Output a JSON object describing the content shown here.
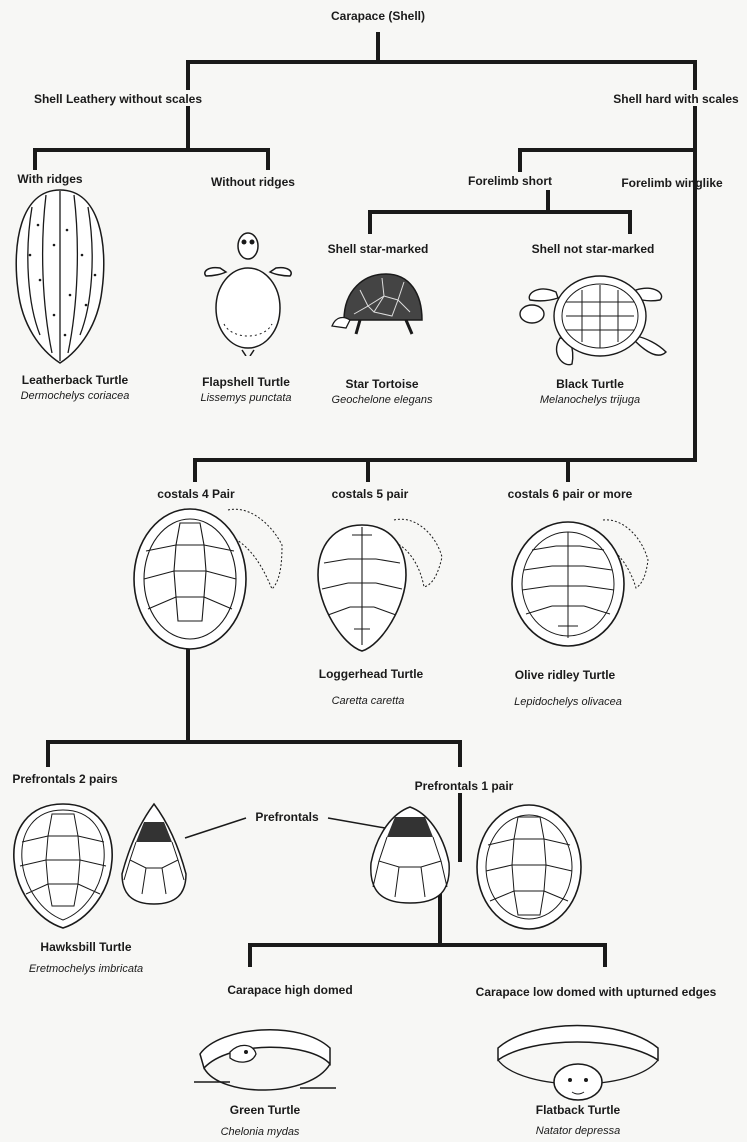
{
  "root": "Carapace (Shell)",
  "leathery": {
    "label": "Shell Leathery without scales",
    "with_ridges": "With ridges",
    "without_ridges": "Without ridges",
    "leatherback": {
      "common": "Leatherback Turtle",
      "scientific": "Dermochelys coriacea"
    },
    "flapshell": {
      "common": "Flapshell Turtle",
      "scientific": "Lissemys punctata"
    }
  },
  "hard": {
    "label": "Shell hard with scales",
    "forelimb_short": "Forelimb short",
    "forelimb_winglike": "Forelimb winglike",
    "star_marked": "Shell star-marked",
    "not_star_marked": "Shell not star-marked",
    "star_tortoise": {
      "common": "Star Tortoise",
      "scientific": "Geochelone elegans"
    },
    "black_turtle": {
      "common": "Black Turtle",
      "scientific": "Melanochelys trijuga"
    }
  },
  "costals": {
    "four": "costals 4 Pair",
    "five": "costals 5 pair",
    "six": "costals 6 pair or more",
    "loggerhead": {
      "common": "Loggerhead Turtle",
      "scientific": "Caretta caretta"
    },
    "olive_ridley": {
      "common": "Olive ridley  Turtle",
      "scientific": "Lepidochelys olivacea"
    }
  },
  "prefrontals": {
    "two_pairs": "Prefrontals 2 pairs",
    "one_pair": "Prefrontals 1 pair",
    "callout": "Prefrontals",
    "hawksbill": {
      "common": "Hawksbill Turtle",
      "scientific": "Eretmochelys imbricata"
    }
  },
  "carapace": {
    "high_domed": "Carapace high domed",
    "low_domed": "Carapace low domed with upturned edges",
    "green": {
      "common": "Green    Turtle",
      "scientific": "Chelonia mydas"
    },
    "flatback": {
      "common": "Flatback Turtle",
      "scientific": "Natator depressa"
    }
  }
}
